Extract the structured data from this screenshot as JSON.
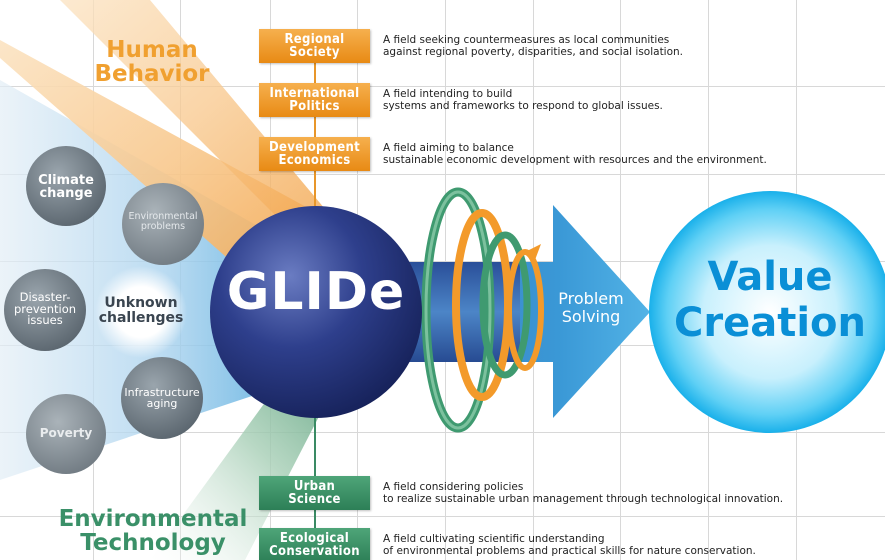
{
  "categories": {
    "human_behavior": [
      "Human",
      "Behavior"
    ],
    "environmental_technology": [
      "Environmental",
      "Technology"
    ]
  },
  "fields": [
    {
      "title": [
        "Regional",
        "Society"
      ],
      "group": "human_behavior",
      "description": [
        "A field seeking countermeasures as local communities",
        "against regional poverty, disparities, and social isolation."
      ]
    },
    {
      "title": [
        "International",
        "Politics"
      ],
      "group": "human_behavior",
      "description": [
        "A field intending to build",
        "systems and frameworks to respond to global issues."
      ]
    },
    {
      "title": [
        "Development",
        "Economics"
      ],
      "group": "human_behavior",
      "description": [
        "A field aiming to balance",
        "sustainable economic development with resources and the environment."
      ]
    },
    {
      "title": [
        "Urban",
        "Science"
      ],
      "group": "environmental_technology",
      "description": [
        "A field considering policies",
        "to realize sustainable urban management through technological innovation."
      ]
    },
    {
      "title": [
        "Ecological",
        "Conservation"
      ],
      "group": "environmental_technology",
      "description": [
        "A field cultivating scientific understanding",
        "of environmental problems and practical skills for nature conservation."
      ]
    }
  ],
  "challenges": {
    "climate_change": [
      "Climate",
      "change"
    ],
    "environmental_problems": [
      "Environmental",
      "problems"
    ],
    "disaster_prevention": [
      "Disaster-",
      "prevention",
      "issues"
    ],
    "unknown_challenges": [
      "Unknown",
      "challenges"
    ],
    "infrastructure_aging": [
      "Infrastructure",
      "aging"
    ],
    "poverty": [
      "Poverty"
    ]
  },
  "center": {
    "label": "GLIDe"
  },
  "arrow": {
    "label": [
      "Problem",
      "Solving"
    ]
  },
  "outcome": {
    "label": [
      "Value",
      "Creation"
    ]
  },
  "colors": {
    "orange": "#f0a030",
    "green": "#3a9068",
    "navy": "#1f2f73",
    "blue": "#2f8fd0",
    "cyan": "#1fb4ec"
  }
}
